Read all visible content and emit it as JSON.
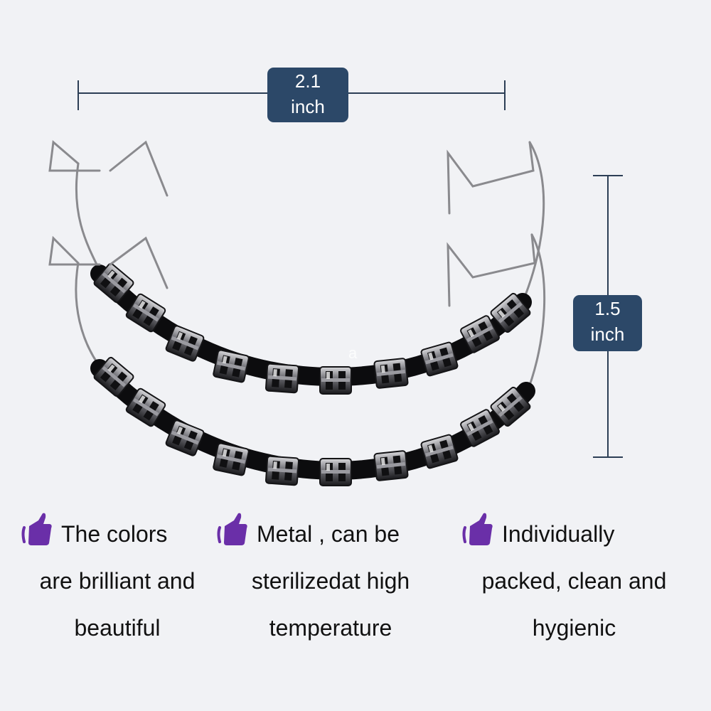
{
  "dimensions": {
    "width": {
      "value": "2.1",
      "unit": "inch"
    },
    "height": {
      "value": "1.5",
      "unit": "inch"
    },
    "label_color": "#2c4868",
    "line_color": "#2c3e55"
  },
  "product": {
    "description": "Two dental braces arch wires with black and silver brackets",
    "watermark": "a"
  },
  "features": [
    {
      "icon": "thumbs-up-icon",
      "lines": [
        "The colors",
        "are brilliant and",
        "beautiful"
      ]
    },
    {
      "icon": "thumbs-up-icon",
      "lines": [
        "Metal , can be",
        "sterilizedat high",
        "temperature"
      ]
    },
    {
      "icon": "thumbs-up-icon",
      "lines": [
        "Individually",
        "packed, clean and",
        "hygienic"
      ]
    }
  ],
  "colors": {
    "background": "#f1f2f5",
    "accent_icon": "#6a2fa8",
    "text": "#111111"
  }
}
